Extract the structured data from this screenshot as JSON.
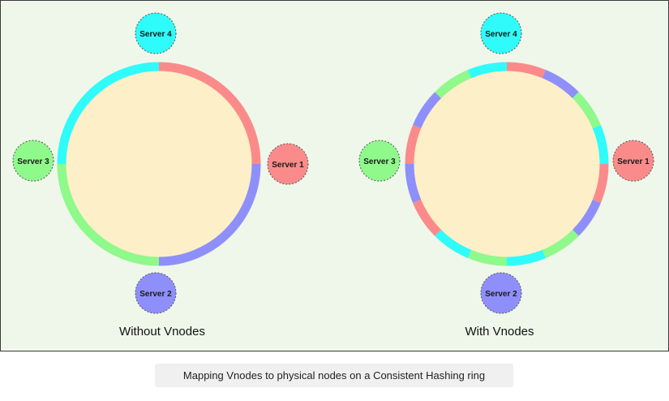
{
  "colors": {
    "server1": "#fb8b8b",
    "server2": "#8f8ffb",
    "server3": "#8ff98b",
    "server4": "#2ffbfb",
    "ring_fill": "#fdefc7",
    "background": "#eff7ea"
  },
  "diagrams": [
    {
      "label": "Without Vnodes",
      "servers": [
        {
          "label": "Server 1",
          "color_key": "server1"
        },
        {
          "label": "Server 2",
          "color_key": "server2"
        },
        {
          "label": "Server 3",
          "color_key": "server3"
        },
        {
          "label": "Server 4",
          "color_key": "server4"
        }
      ],
      "ring_segments": [
        "server1",
        "server2",
        "server3",
        "server4"
      ]
    },
    {
      "label": "With Vnodes",
      "servers": [
        {
          "label": "Server 1",
          "color_key": "server1"
        },
        {
          "label": "Server 2",
          "color_key": "server2"
        },
        {
          "label": "Server 3",
          "color_key": "server3"
        },
        {
          "label": "Server 4",
          "color_key": "server4"
        }
      ],
      "ring_segments": [
        "server1",
        "server2",
        "server3",
        "server4",
        "server1",
        "server2",
        "server3",
        "server4",
        "server3",
        "server4",
        "server1",
        "server2",
        "server1",
        "server2",
        "server3",
        "server4"
      ]
    }
  ],
  "caption": "Mapping Vnodes to physical nodes on a Consistent Hashing ring"
}
